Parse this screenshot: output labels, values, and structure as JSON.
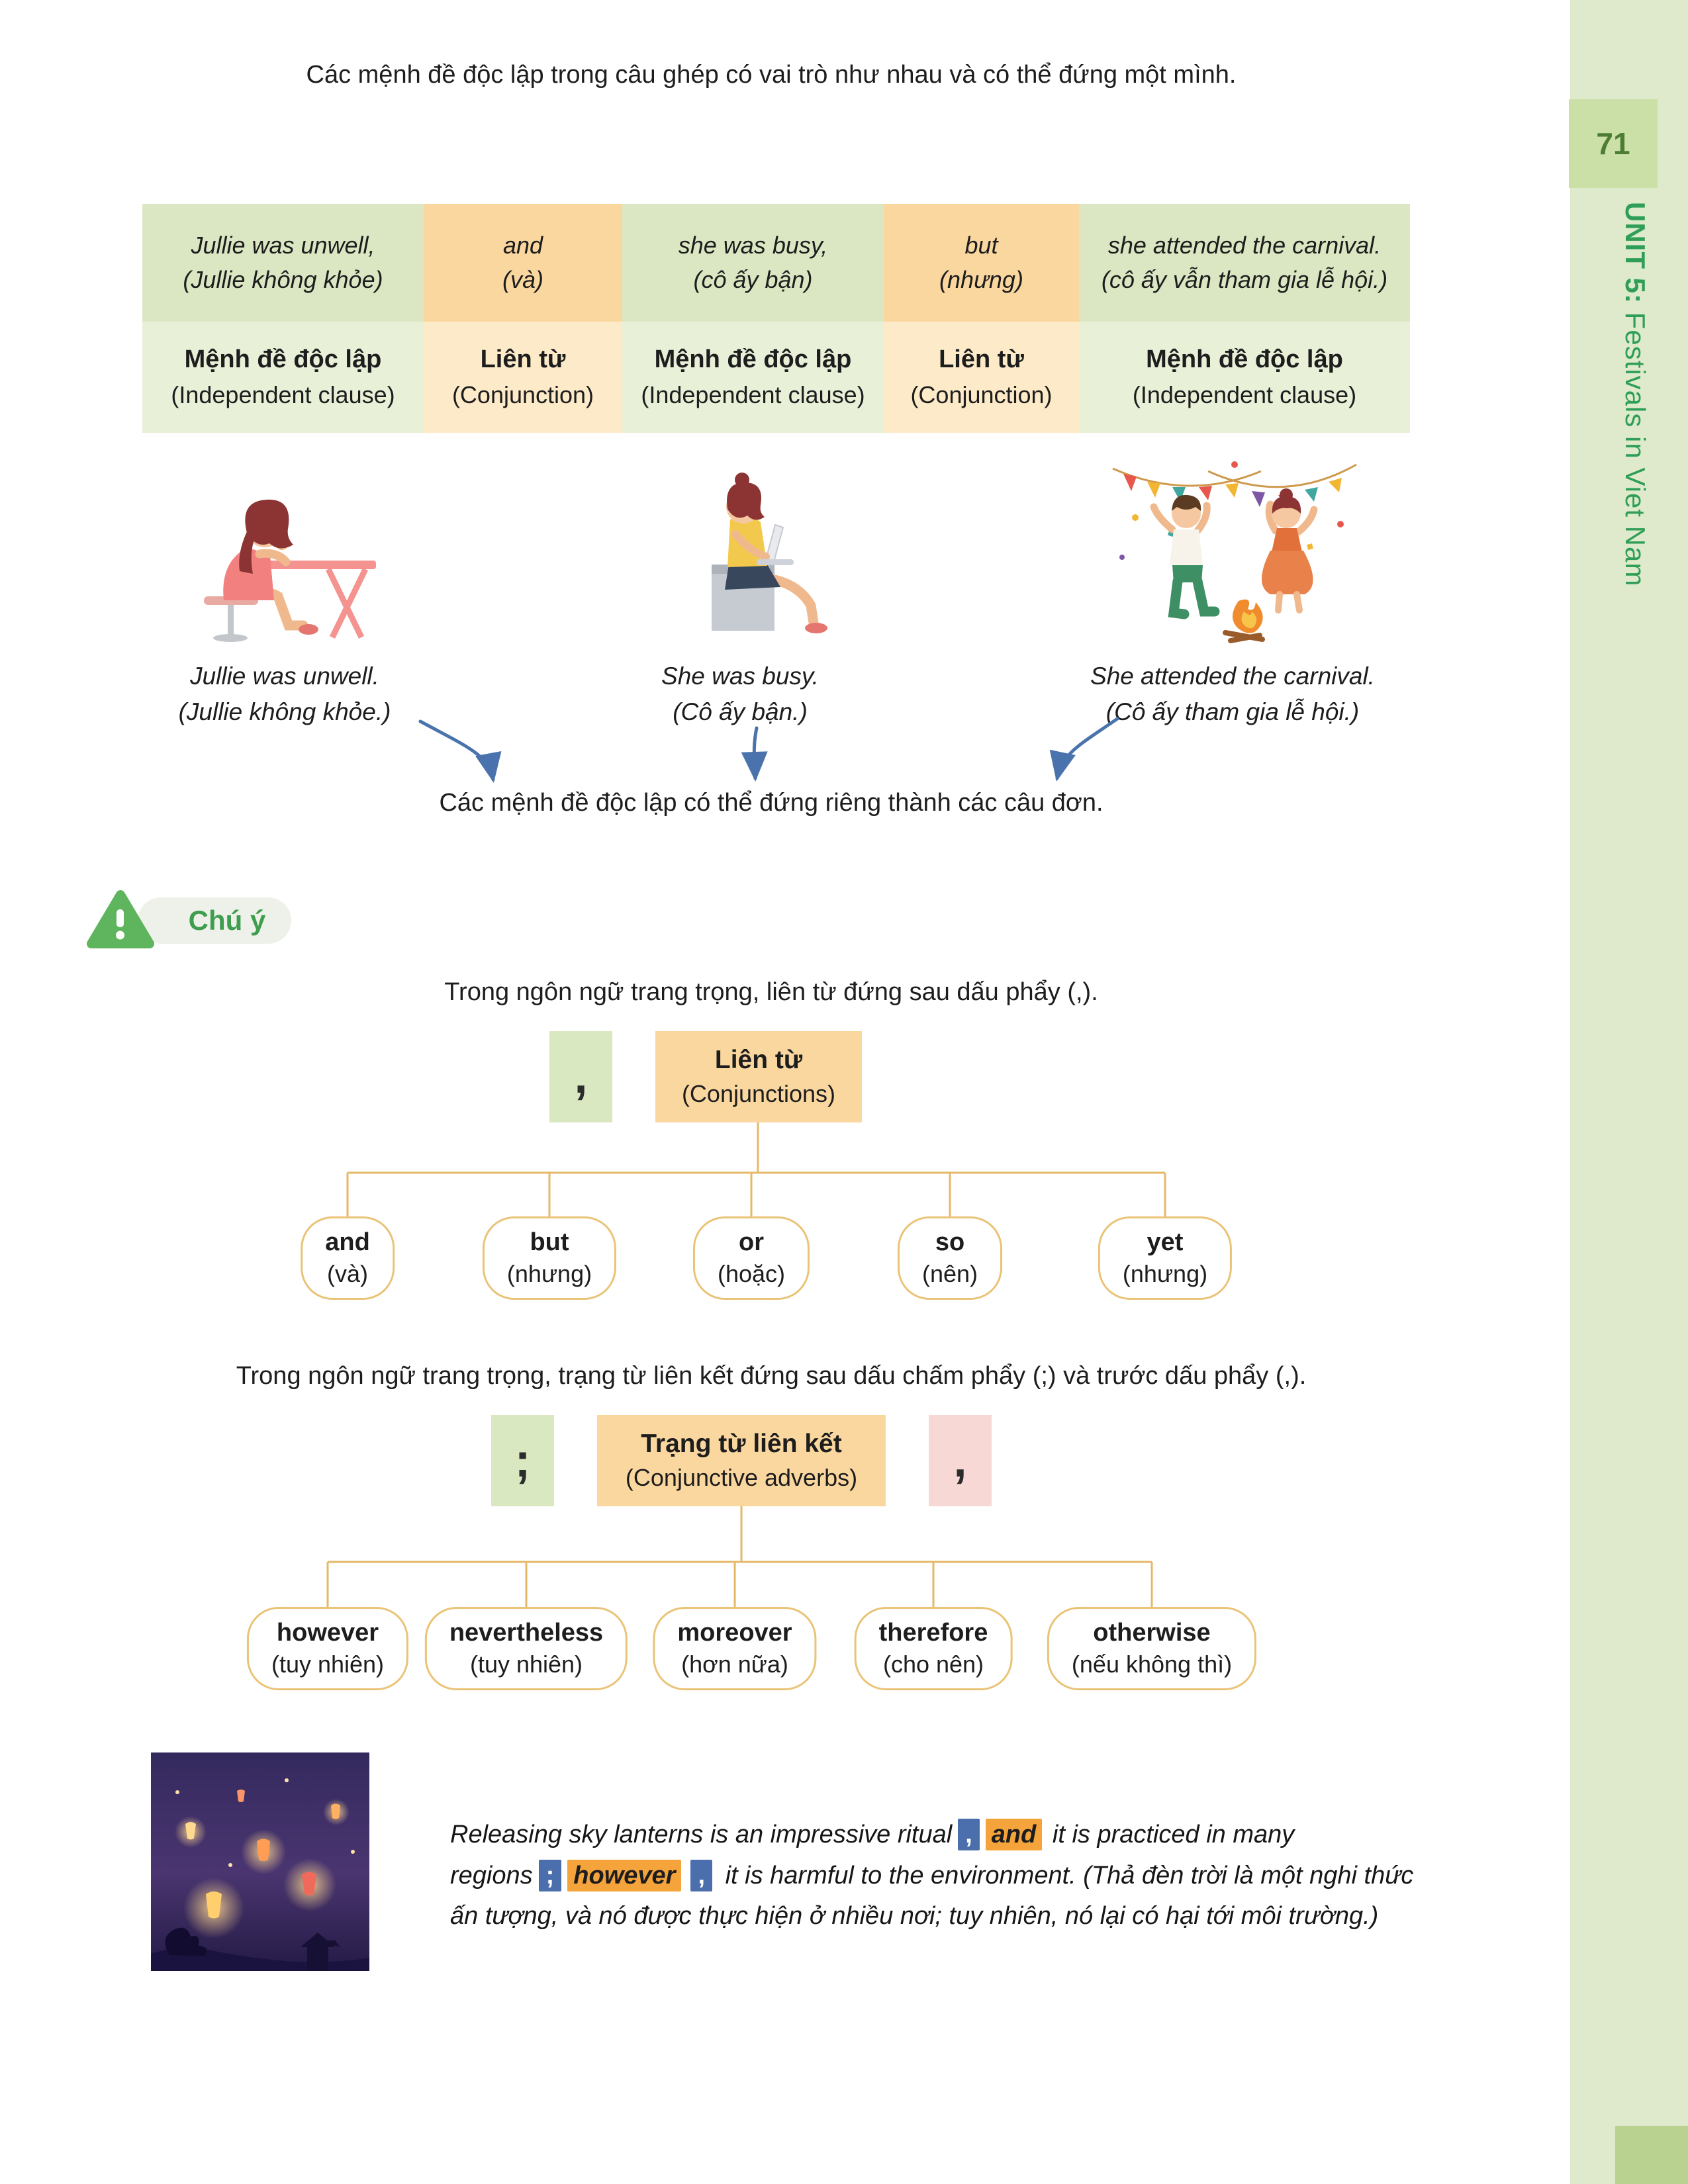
{
  "sidebar": {
    "page_number": "71",
    "unit_label": "UNIT 5:",
    "unit_title": " Festivals in Viet Nam"
  },
  "intro": "Các mệnh đề độc lập trong câu ghép có vai trò như nhau và có thể đứng một mình.",
  "table": {
    "columns": [
      {
        "en": "Jullie was unwell,",
        "vi": "(Jullie không khỏe)",
        "label": "Mệnh đề độc lập",
        "sublabel": "(Independent clause)"
      },
      {
        "en": "and",
        "vi": "(và)",
        "label": "Liên từ",
        "sublabel": "(Conjunction)"
      },
      {
        "en": "she was busy,",
        "vi": "(cô ấy bận)",
        "label": "Mệnh đề độc lập",
        "sublabel": "(Independent clause)"
      },
      {
        "en": "but",
        "vi": "(nhưng)",
        "label": "Liên từ",
        "sublabel": "(Conjunction)"
      },
      {
        "en": "she attended the carnival.",
        "vi": "(cô ấy vẫn tham gia lễ hội.)",
        "label": "Mệnh đề độc lập",
        "sublabel": "(Independent clause)"
      }
    ]
  },
  "captions": [
    {
      "en": "Jullie was unwell.",
      "vi": "(Jullie không khỏe.)"
    },
    {
      "en": "She was busy.",
      "vi": "(Cô ấy bận.)"
    },
    {
      "en": "She attended the carnival.",
      "vi": "(Cô ấy tham gia lễ hội.)"
    }
  ],
  "split_note": "Các mệnh đề độc lập có thể đứng riêng thành các câu đơn.",
  "note_label": "Chú ý",
  "rule1": {
    "text": "Trong ngôn ngữ trang trọng, liên từ đứng sau dấu phẩy (,).",
    "comma": ",",
    "head": "Liên từ",
    "head_sub": "(Conjunctions)",
    "items": [
      {
        "en": "and",
        "vi": "(và)"
      },
      {
        "en": "but",
        "vi": "(nhưng)"
      },
      {
        "en": "or",
        "vi": "(hoặc)"
      },
      {
        "en": "so",
        "vi": "(nên)"
      },
      {
        "en": "yet",
        "vi": "(nhưng)"
      }
    ]
  },
  "rule2": {
    "text": "Trong ngôn ngữ trang trọng, trạng từ liên kết đứng sau dấu chấm phẩy (;) và trước dấu phẩy (,).",
    "semicolon": ";",
    "head": "Trạng từ liên kết",
    "head_sub": "(Conjunctive adverbs)",
    "comma": ",",
    "items": [
      {
        "en": "however",
        "vi": "(tuy nhiên)"
      },
      {
        "en": "nevertheless",
        "vi": "(tuy nhiên)"
      },
      {
        "en": "moreover",
        "vi": "(hơn nữa)"
      },
      {
        "en": "therefore",
        "vi": "(cho nên)"
      },
      {
        "en": "otherwise",
        "vi": "(nếu không thì)"
      }
    ]
  },
  "example": {
    "part1": "Releasing sky lanterns is an impressive ritual",
    "comma1": ",",
    "conj": "and",
    "part2": " it is practiced in many regions",
    "semicolon": ";",
    "adverb": "however",
    "comma2": ",",
    "part3": " it is harmful to the environment. (Thả đèn trời là một nghi thức ấn tượng, và nó được thực hiện ở nhiều nơi; tuy nhiên, nó lại có hại tới môi trường.)"
  },
  "colors": {
    "green_cell": "#dbe7c3",
    "green_cell_light": "#e8f0d8",
    "orange_cell": "#fbd7a0",
    "orange_cell_light": "#fdeac8",
    "pink_cell": "#f8d8d4",
    "accent_green": "#3f9e4e",
    "sidebar_strip": "#dfeacd",
    "tree_line": "#e5b869",
    "arrow_blue": "#4a73ae",
    "highlight_blue": "#4b6fad",
    "highlight_orange": "#f5a43c"
  }
}
